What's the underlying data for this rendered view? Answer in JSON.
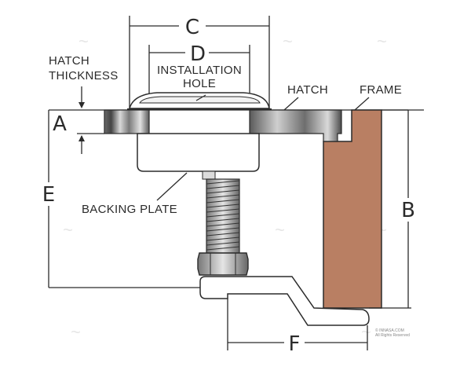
{
  "dimensions": {
    "a": "A",
    "b": "B",
    "c": "C",
    "d": "D",
    "e": "E",
    "f": "F"
  },
  "labels": {
    "hatch_thickness_line1": "HATCH",
    "hatch_thickness_line2": "THICKNESS",
    "installation_hole_line1": "INSTALLATION",
    "installation_hole_line2": "HOLE",
    "hatch": "HATCH",
    "frame": "FRAME",
    "backing_plate": "BACKING PLATE"
  },
  "copyright": {
    "line1": "© INNASA.COM",
    "line2": "All Rights Reserved"
  },
  "colors": {
    "frame_fill": "#b97f63",
    "line": "#2b2b2b",
    "hatch_metal_dark": "#555555",
    "hatch_metal_light": "#cfcfcf"
  }
}
